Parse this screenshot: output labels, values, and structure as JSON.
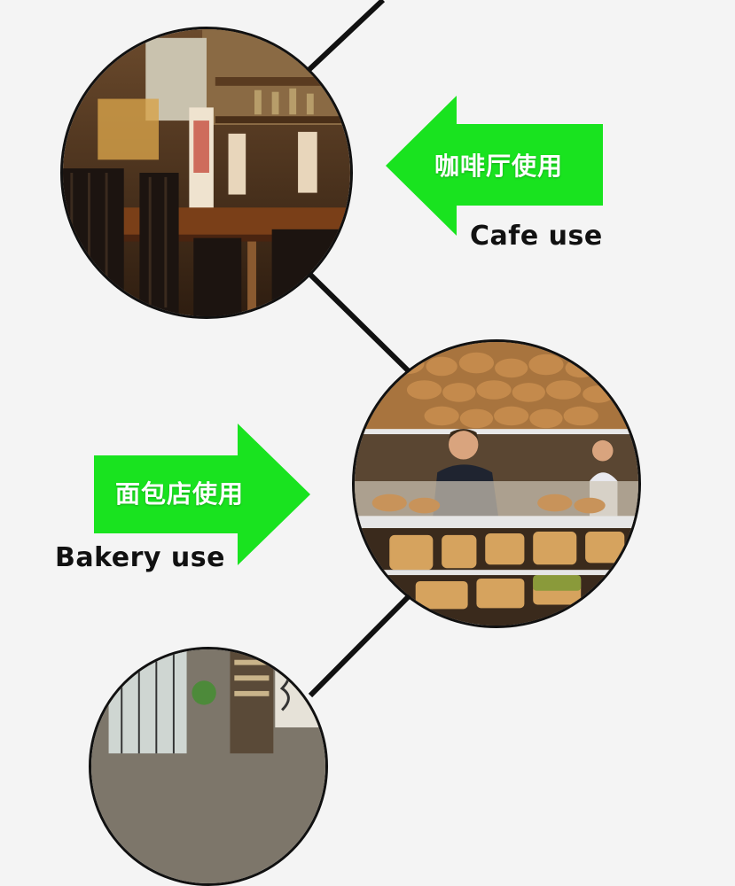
{
  "colors": {
    "background": "#f4f4f4",
    "arrow_green": "#19e31f",
    "connector": "#111111",
    "caption_text": "#111111"
  },
  "sections": [
    {
      "id": "cafe",
      "arrow_text": "咖啡厅使用",
      "caption": "Cafe use",
      "arrow_direction": "left",
      "photo_subject": "cafe interior with tables, chairs and menu stands"
    },
    {
      "id": "bakery",
      "arrow_text": "面包店使用",
      "caption": "Bakery use",
      "arrow_direction": "right",
      "photo_subject": "bakery display counter with breads and pastries, staff behind counter"
    },
    {
      "id": "third",
      "photo_subject": "partially visible interior photo with windows and shelves"
    }
  ]
}
